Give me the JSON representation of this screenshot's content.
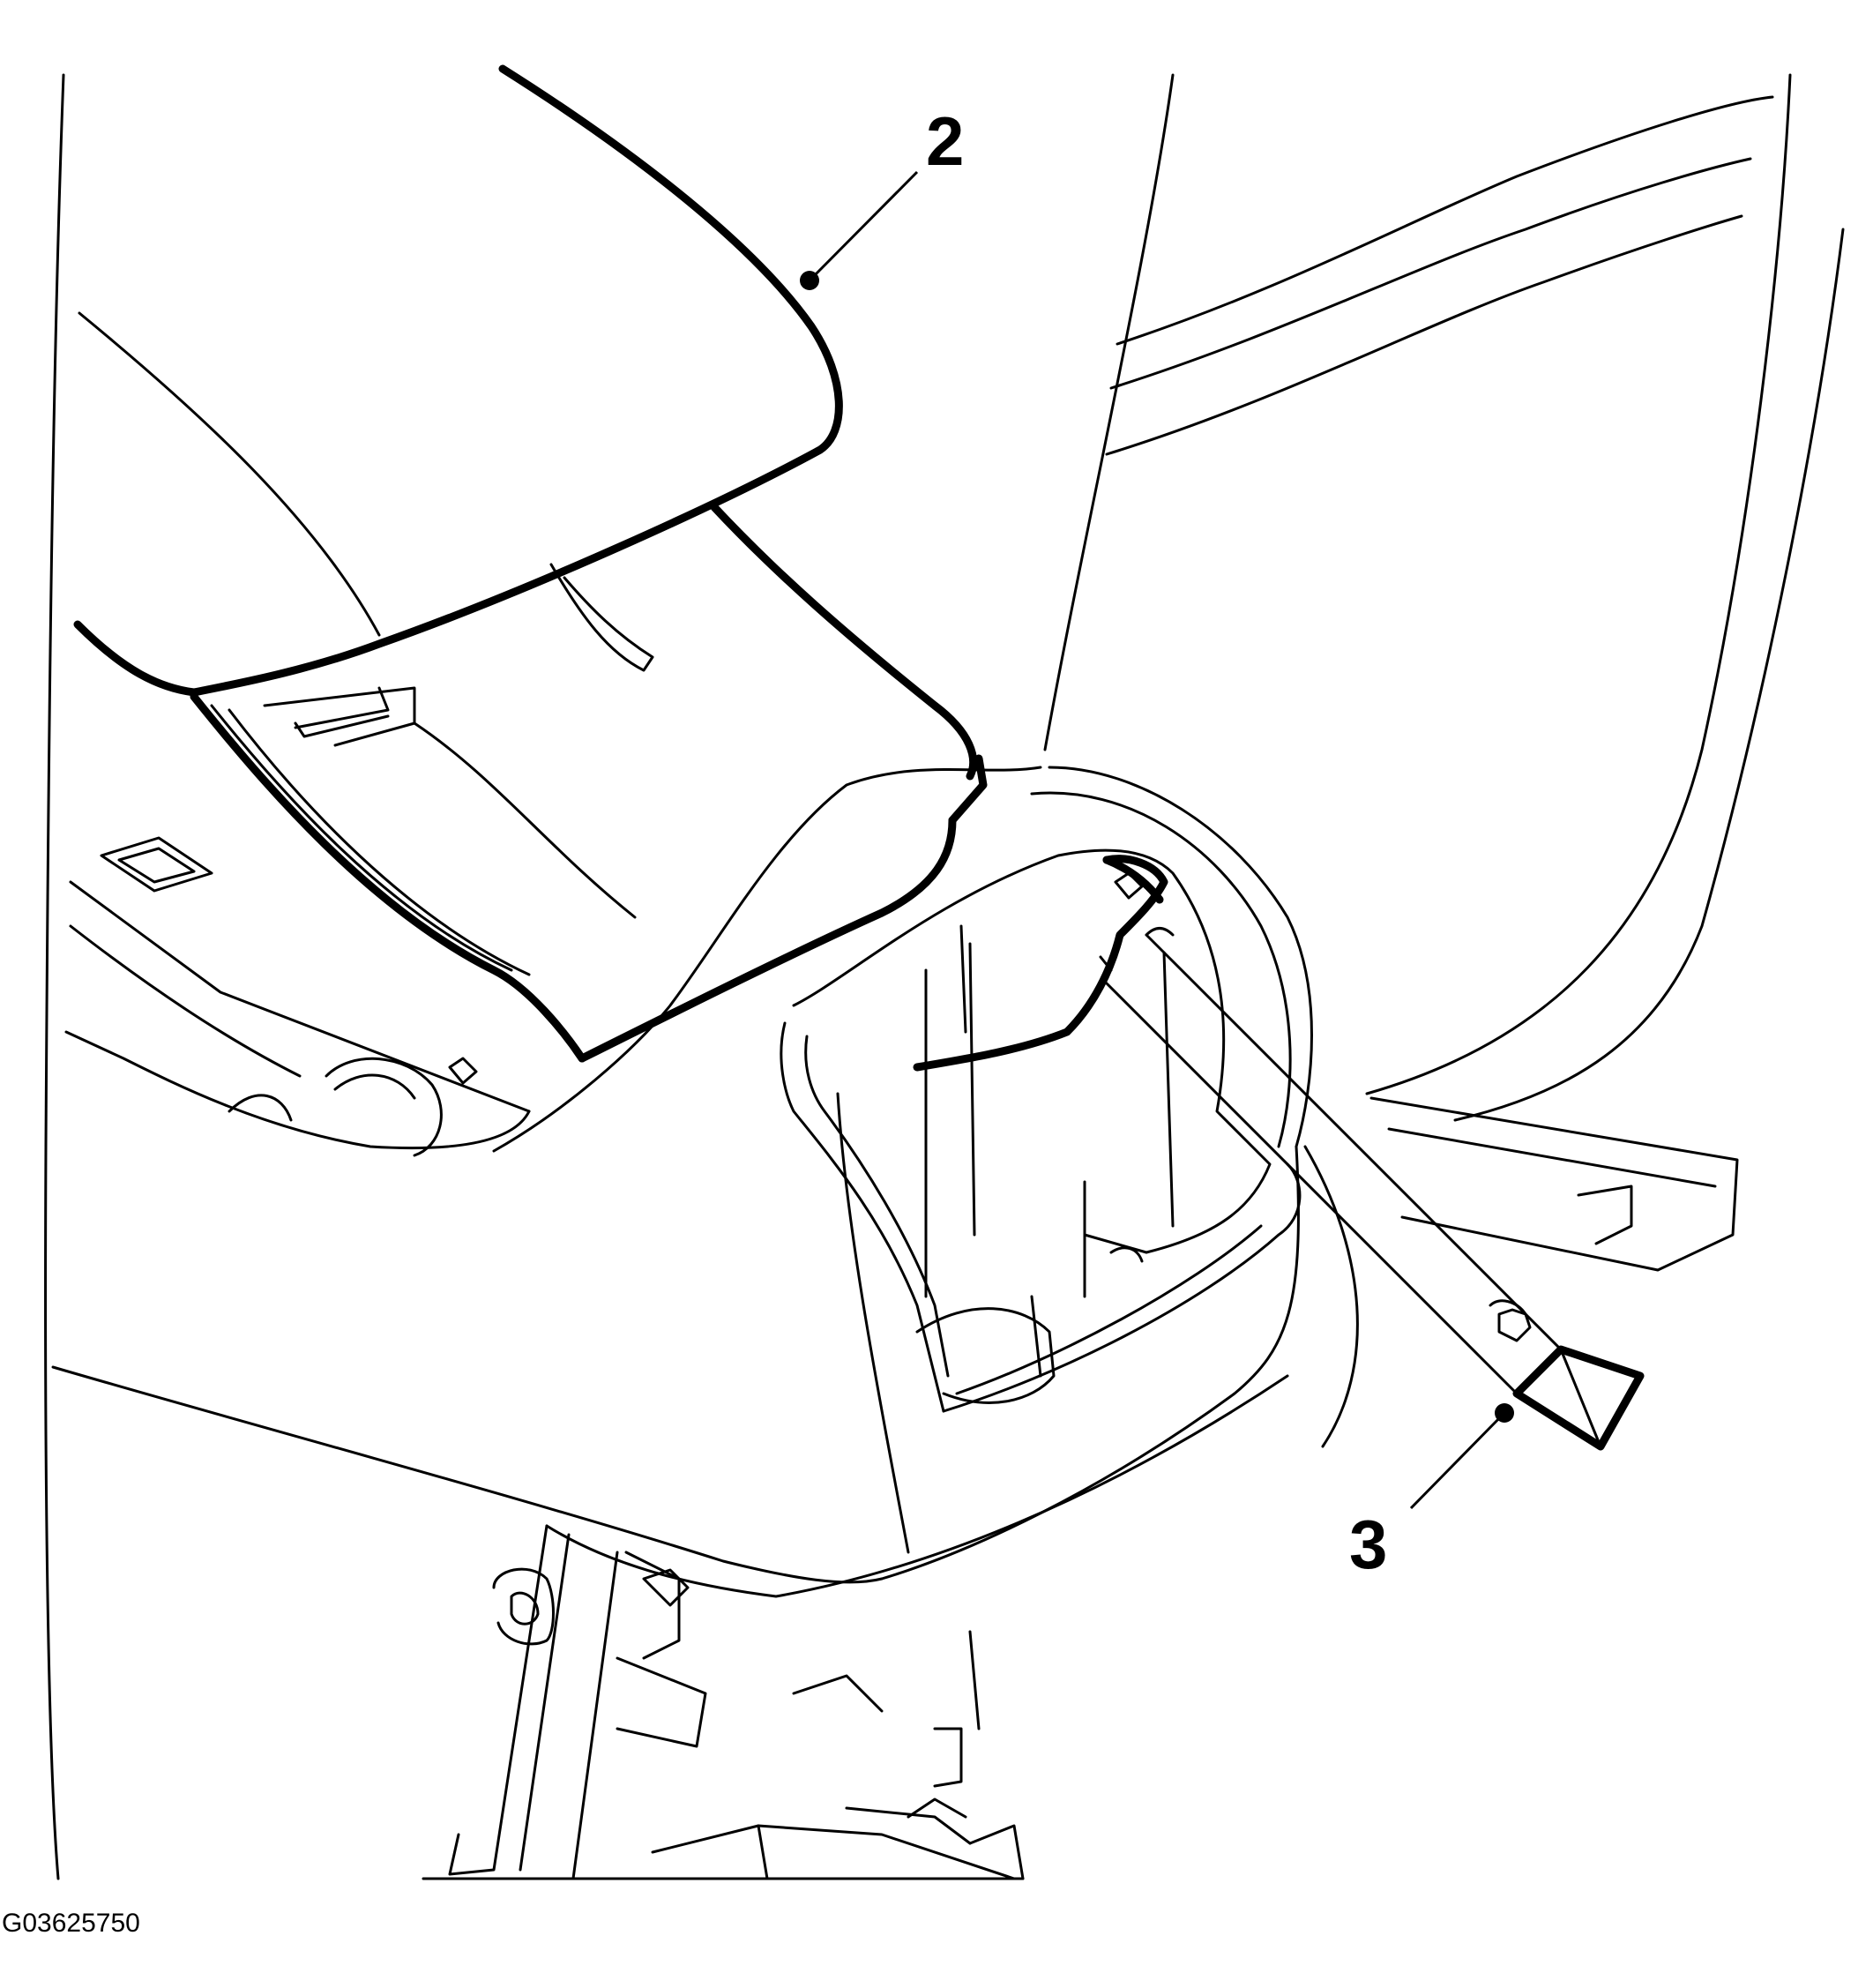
{
  "callouts": {
    "c2": "2",
    "c3": "3"
  },
  "figure_id": "G03625750"
}
